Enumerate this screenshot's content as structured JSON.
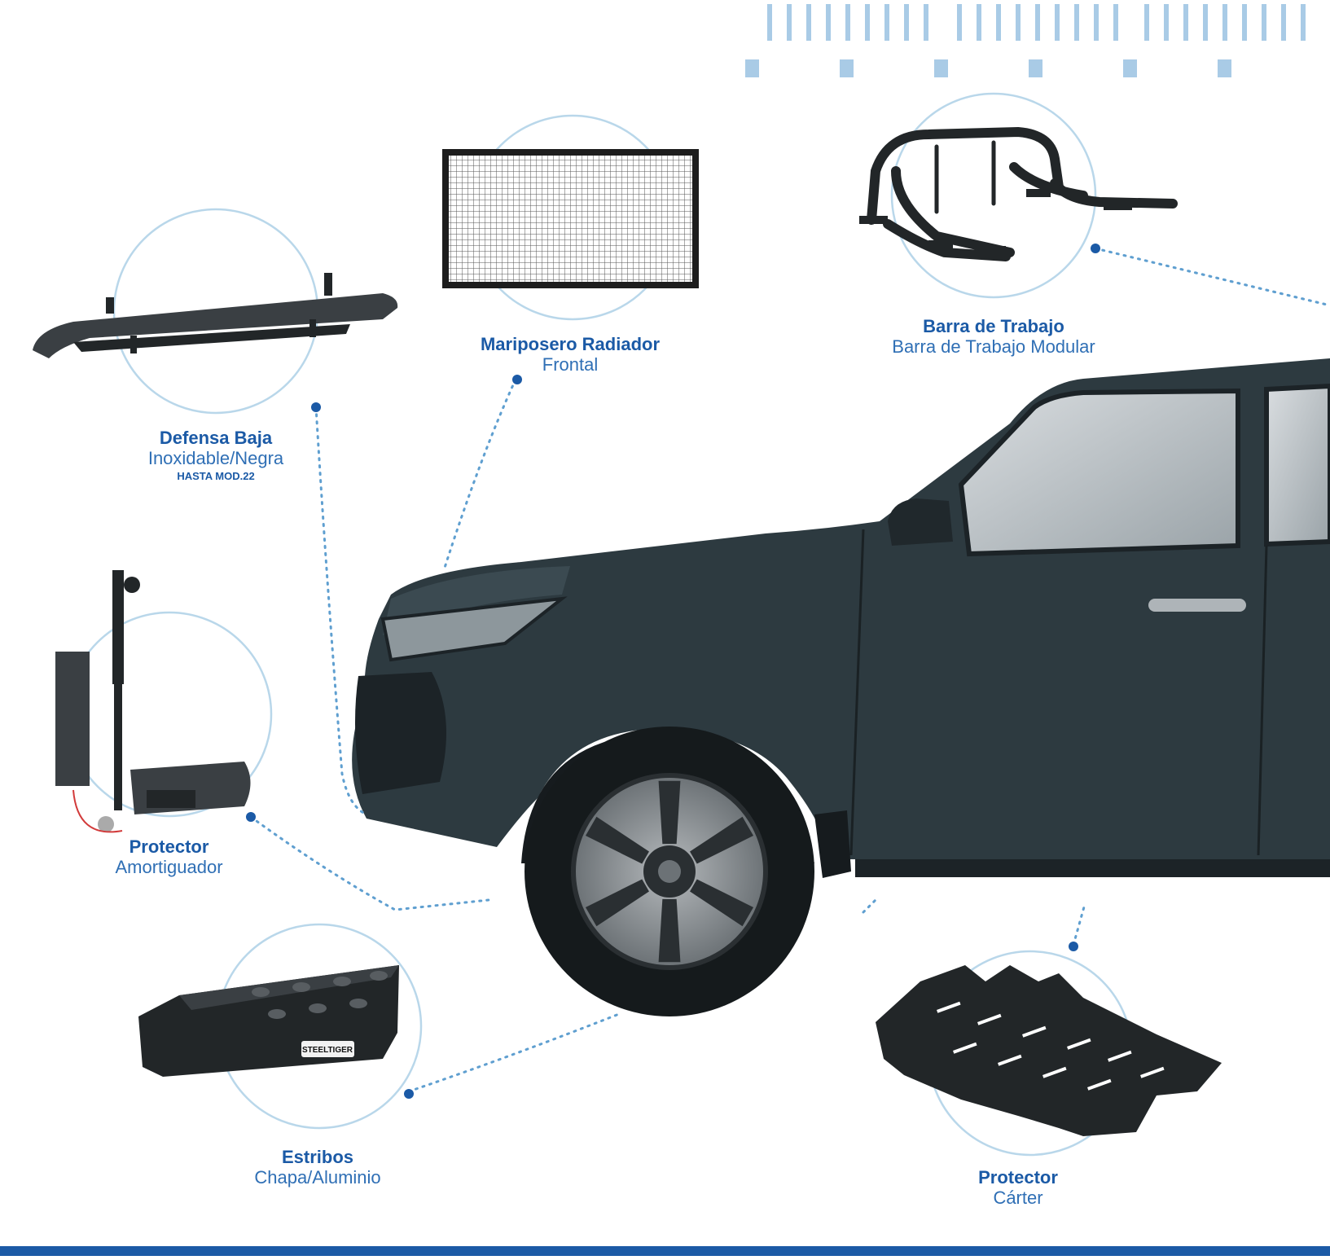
{
  "colors": {
    "title": "#1b5aa6",
    "subtitle": "#2f6fb5",
    "circle": "#b9d7ea",
    "dots": "#5f9fd0",
    "dot": "#1b5aa6",
    "deco": "#a9cbe6",
    "bottom_bar": "#1b5aa6",
    "truck_body": "#2d3a40",
    "truck_dark": "#1c2327",
    "part": "#3a3f43",
    "part_dark": "#222628"
  },
  "products": [
    {
      "id": "defensa",
      "title": "Defensa Baja",
      "subtitle": "Inoxidable/Negra",
      "note": "HASTA MOD.22"
    },
    {
      "id": "mariposero",
      "title": "Mariposero Radiador",
      "subtitle": "Frontal"
    },
    {
      "id": "barra",
      "title": "Barra de Trabajo",
      "subtitle": "Barra de Trabajo Modular"
    },
    {
      "id": "amortiguador",
      "title": "Protector",
      "subtitle": "Amortiguador"
    },
    {
      "id": "estribos",
      "title": "Estribos",
      "subtitle": "Chapa/Aluminio"
    },
    {
      "id": "carter",
      "title": "Protector",
      "subtitle": "Cárter"
    }
  ],
  "icons": {
    "defensa": "front-bumper-icon",
    "mariposero": "radiator-mesh-icon",
    "barra": "roll-bar-icon",
    "amortiguador": "shock-protector-icon",
    "estribos": "side-step-icon",
    "carter": "skid-plate-icon",
    "truck": "pickup-truck-icon"
  }
}
